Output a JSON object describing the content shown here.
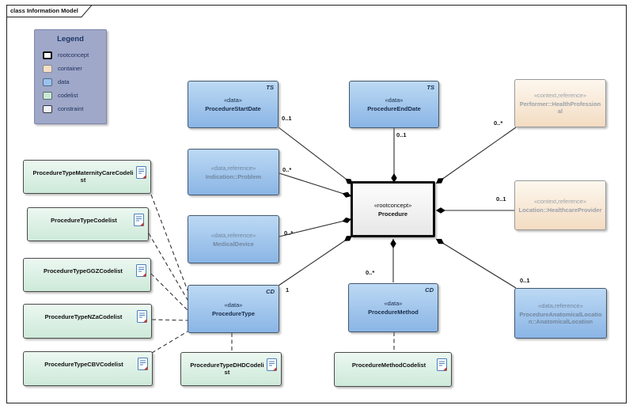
{
  "frame": {
    "title": "class Information Model"
  },
  "legend": {
    "title": "Legend",
    "items": [
      {
        "label": "rootconcept"
      },
      {
        "label": "container"
      },
      {
        "label": "data"
      },
      {
        "label": "codelist"
      },
      {
        "label": "constraint"
      }
    ]
  },
  "nodes": {
    "procedure_start_date": {
      "stereotype": "«data»",
      "name": "ProcedureStartDate",
      "datatype": "TS"
    },
    "procedure_end_date": {
      "stereotype": "«data»",
      "name": "ProcedureEndDate",
      "datatype": "TS"
    },
    "performer": {
      "stereotype": "«context,reference»",
      "name": "Performer::HealthProfessional"
    },
    "indication": {
      "stereotype": "«data,reference»",
      "name": "Indication::Problem"
    },
    "procedure": {
      "stereotype": "«rootconcept»",
      "name": "Procedure"
    },
    "location": {
      "stereotype": "«context,reference»",
      "name": "Location::HealthcareProvider"
    },
    "medical_device": {
      "stereotype": "«data,reference»",
      "name": "MedicalDevice"
    },
    "procedure_type": {
      "stereotype": "«data»",
      "name": "ProcedureType",
      "datatype": "CD"
    },
    "procedure_method": {
      "stereotype": "«data»",
      "name": "ProcedureMethod",
      "datatype": "CD"
    },
    "anatomical_location": {
      "stereotype": "«data,reference»",
      "name": "ProcedureAnatomicalLocation::AnatomicalLocation"
    },
    "maternity_codelist": {
      "name": "ProcedureTypeMaternityCareCodelist"
    },
    "type_codelist": {
      "name": "ProcedureTypeCodelist"
    },
    "ggz_codelist": {
      "name": "ProcedureTypeGGZCodelist"
    },
    "nza_codelist": {
      "name": "ProcedureTypeNZaCodelist"
    },
    "cbv_codelist": {
      "name": "ProcedureTypeCBVCodelist"
    },
    "dhd_codelist": {
      "name": "ProcedureTypeDHDCodelist"
    },
    "method_codelist": {
      "name": "ProcedureMethodCodelist"
    }
  },
  "multiplicities": {
    "start_date": "0..1",
    "end_date": "0..1",
    "performer": "0..*",
    "indication": "0..*",
    "location": "0..1",
    "medical_device": "0..*",
    "procedure_type": "1",
    "procedure_method": "0..*",
    "anatomical_location": "0..1"
  }
}
